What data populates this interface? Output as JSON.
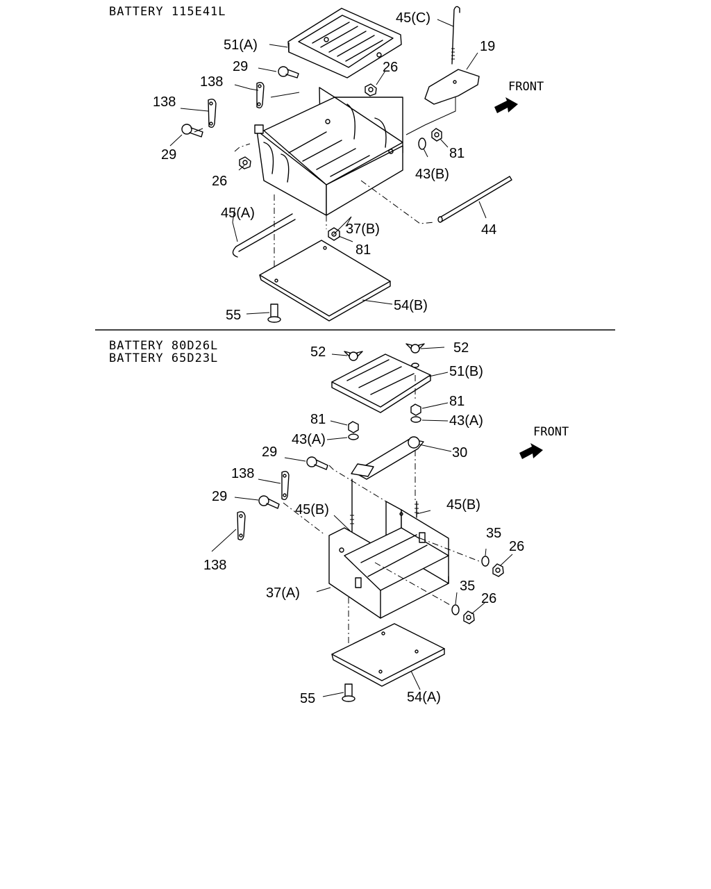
{
  "sections": [
    {
      "titles": [
        "BATTERY 115E41L"
      ],
      "callouts": [
        "45(C)",
        "19",
        "51(A)",
        "29",
        "26",
        "138",
        "138",
        "29",
        "FRONT",
        "81",
        "43(B)",
        "26",
        "45(A)",
        "37(B)",
        "81",
        "44",
        "55",
        "54(B)"
      ]
    },
    {
      "titles": [
        "BATTERY 80D26L",
        "BATTERY 65D23L"
      ],
      "callouts": [
        "52",
        "52",
        "51(B)",
        "81",
        "81",
        "43(A)",
        "43(A)",
        "29",
        "30",
        "FRONT",
        "138",
        "29",
        "45(B)",
        "45(B)",
        "138",
        "35",
        "26",
        "37(A)",
        "35",
        "26",
        "55",
        "54(A)"
      ]
    }
  ]
}
